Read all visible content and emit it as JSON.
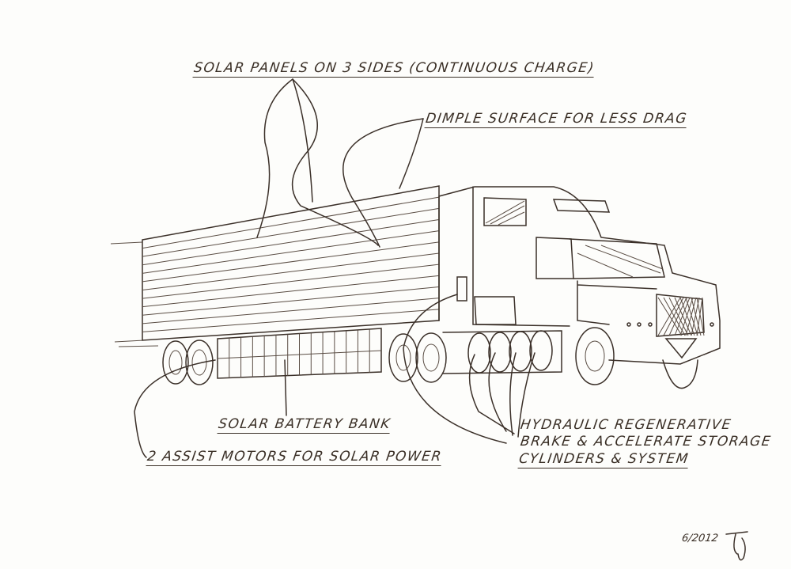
{
  "labels": {
    "solar_panels": "SOLAR PANELS ON 3 SIDES (CONTINUOUS CHARGE)",
    "dimple": "DIMPLE SURFACE FOR LESS DRAG",
    "battery": "SOLAR BATTERY BANK",
    "motors": "2 ASSIST MOTORS FOR SOLAR POWER",
    "hydraulic_1": "HYDRAULIC REGENERATIVE",
    "hydraulic_2": "BRAKE & ACCELERATE STORAGE",
    "hydraulic_3": "CYLINDERS & SYSTEM"
  },
  "signature": {
    "date": "6/2012",
    "initials": "TJ"
  },
  "colors": {
    "ink": "#3b3029",
    "paper": "#fdfdfb"
  }
}
